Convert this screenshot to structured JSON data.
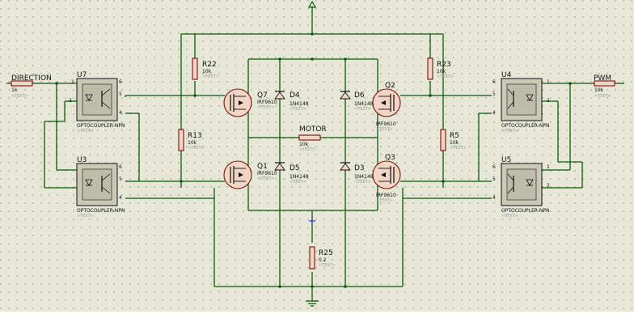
{
  "colors": {
    "background": "#e7e7d7",
    "wire": "#0b5a0b",
    "component_outline": "#7a1010",
    "component_fill": "#f2d5c4",
    "opto_fill": "#c9c9b6",
    "text": "#111111",
    "placeholder": "#9a9a9a"
  },
  "labels": {
    "direction": "DIRECTION",
    "pwm": "PWM",
    "motor": "MOTOR",
    "placeholder": "<TEXT>"
  },
  "resistors": {
    "r_in_left": {
      "value": "1k"
    },
    "r_in_right": {
      "value": "10k"
    },
    "r22": {
      "name": "R22",
      "value": "10k"
    },
    "r13": {
      "name": "R13",
      "value": "10k"
    },
    "r23": {
      "name": "R23",
      "value": "10k"
    },
    "r5": {
      "name": "R5",
      "value": "10k"
    },
    "r25": {
      "name": "R25",
      "value": "0.2"
    },
    "motor_res": {
      "value": "10k"
    }
  },
  "optocouplers": {
    "u7": {
      "name": "U7",
      "type": "OPTOCOUPLER-NPN"
    },
    "u3": {
      "name": "U3",
      "type": "OPTOCOUPLER-NPN"
    },
    "u4": {
      "name": "U4",
      "type": "OPTOCOUPLER-NPN"
    },
    "u5": {
      "name": "U5",
      "type": "OPTOCOUPLER-NPN"
    }
  },
  "transistors": {
    "q7": {
      "name": "Q7",
      "type": "IRF9610"
    },
    "q1": {
      "name": "Q1",
      "type": "IRF9610"
    },
    "q2": {
      "name": "Q2",
      "type": "IRF9610"
    },
    "q3": {
      "name": "Q3",
      "type": "IRF9610"
    }
  },
  "diodes": {
    "d4": {
      "name": "D4",
      "type": "1N4148"
    },
    "d5": {
      "name": "D5",
      "type": "1N4148"
    },
    "d6": {
      "name": "D6",
      "type": "1N4148"
    },
    "d3": {
      "name": "D3",
      "type": "1N4148"
    }
  },
  "pins": {
    "p1": "1",
    "p2": "2",
    "p4": "4",
    "p5": "5",
    "p6": "6"
  }
}
